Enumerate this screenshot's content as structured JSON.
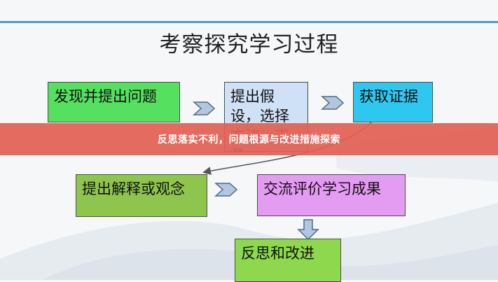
{
  "diagram": {
    "title": "考察探究学习过程",
    "steps": [
      "发现并提出问题",
      "提出假设，选择方法、工具",
      "获取证据",
      "提出解释或观念",
      "交流评价学习成果",
      "反思和改进"
    ]
  },
  "banner": {
    "caption": "反思落实不利，问题根源与改进措施探索"
  },
  "colors": {
    "step1": "#55e060",
    "step2": "#cfe1f6",
    "step3": "#2dc7f0",
    "step4": "#8ec64d",
    "step5": "#e49bf2",
    "step6": "#8ed84e",
    "arrow": "#b3c6df",
    "banner": "#e26053"
  }
}
